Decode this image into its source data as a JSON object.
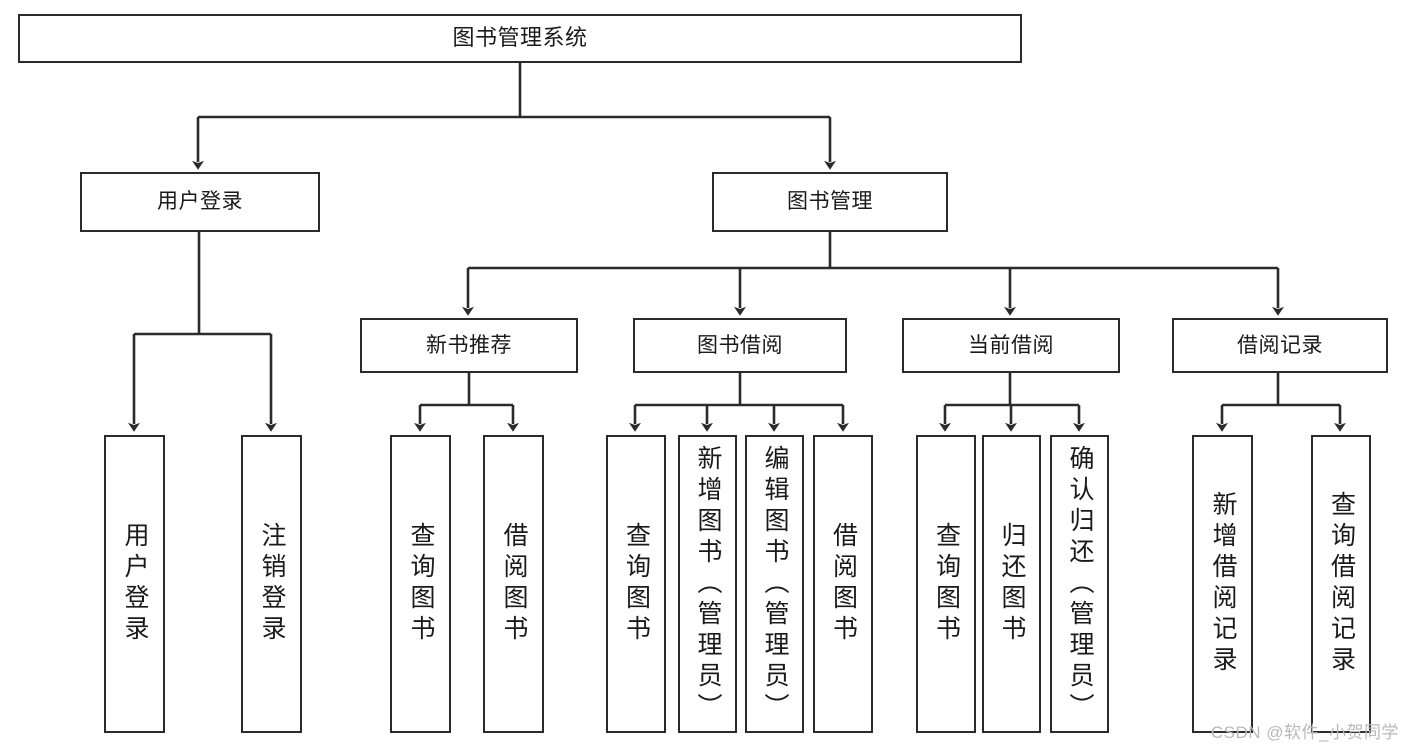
{
  "diagram": {
    "type": "tree-hierarchy",
    "title": "图书管理系统",
    "orientation": "top-down",
    "colors": {
      "line": "#2b2b2b",
      "box_border": "#2b2b2b",
      "box_fill": "#ffffff",
      "text": "#1a1a1a",
      "watermark": "#b9b9b9",
      "background": "#ffffff"
    },
    "root": {
      "label": "图书管理系统"
    },
    "level2": [
      {
        "label": "用户登录"
      },
      {
        "label": "图书管理"
      }
    ],
    "level3": [
      {
        "label": "新书推荐"
      },
      {
        "label": "图书借阅"
      },
      {
        "label": "当前借阅"
      },
      {
        "label": "借阅记录"
      }
    ],
    "leaves": {
      "user_login": [
        {
          "label": "用户登录"
        },
        {
          "label": "注销登录"
        }
      ],
      "new_book_recommend": [
        {
          "label": "查询图书"
        },
        {
          "label": "借阅图书"
        }
      ],
      "book_borrow": [
        {
          "label": "查询图书"
        },
        {
          "label": "新增图书（管理员）"
        },
        {
          "label": "编辑图书（管理员）"
        },
        {
          "label": "借阅图书"
        }
      ],
      "current_borrow": [
        {
          "label": "查询图书"
        },
        {
          "label": "归还图书"
        },
        {
          "label": "确认归还（管理员）"
        }
      ],
      "borrow_records": [
        {
          "label": "新增借阅记录"
        },
        {
          "label": "查询借阅记录"
        }
      ]
    }
  },
  "watermark": {
    "text": "CSDN @软件_小贺同学"
  }
}
